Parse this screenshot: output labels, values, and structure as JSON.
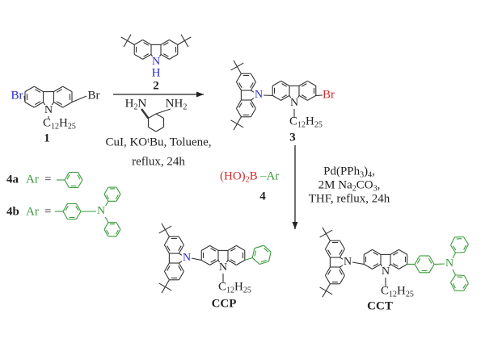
{
  "colors": {
    "bond": "#333333",
    "blue": "#2a2acc",
    "red": "#d42a2a",
    "green": "#3a9a3a"
  },
  "labels": {
    "N": "N",
    "H": "H",
    "Br": "Br",
    "alkyl": "C12H25"
  },
  "compounds": {
    "c1": "1",
    "c2": "2",
    "c3": "3",
    "c4": "4",
    "ccp": "CCP",
    "cct": "CCT"
  },
  "step1": {
    "amine_left": "H2N",
    "amine_right": "NH2",
    "conditions_line1": "CuI, KOᵗBu, Toluene,",
    "conditions_line2": "reflux, 24h"
  },
  "step2": {
    "boronic_part": "(HO)2B",
    "aryl_part": "–Ar",
    "conditions_line1": "Pd(PPh3)4,",
    "conditions_line2": "2M Na2CO3,",
    "conditions_line3": "THF, reflux, 24h"
  },
  "legend": {
    "a_id": "4a",
    "b_id": "4b",
    "ar": "Ar",
    "equals": "="
  }
}
